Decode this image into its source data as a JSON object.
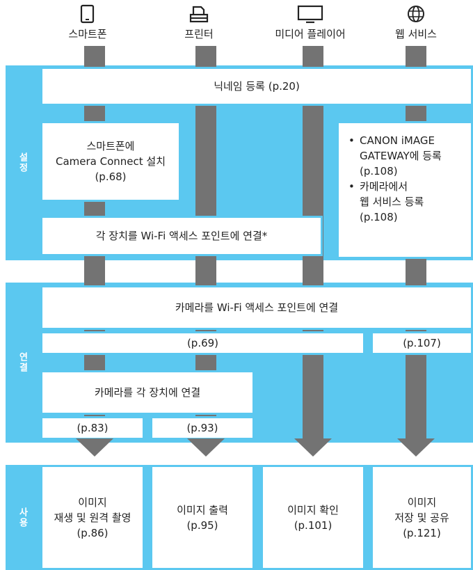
{
  "devices": [
    {
      "icon": "smartphone-icon",
      "label": "스마트폰"
    },
    {
      "icon": "printer-icon",
      "label": "프린터"
    },
    {
      "icon": "monitor-icon",
      "label": "미디어 플레이어"
    },
    {
      "icon": "globe-icon",
      "label": "웹 서비스"
    }
  ],
  "sections": {
    "setup": "설정",
    "connect": "연결",
    "use": "사용"
  },
  "setup": {
    "nickname": "닉네임 등록 (p.20)",
    "smartphone_app_line1": "스마트폰에",
    "smartphone_app_line2": "Camera Connect 설치",
    "smartphone_app_line3": "(p.68)",
    "web_bullet1_line1": "CANON iMAGE",
    "web_bullet1_line2": "GATEWAY에 등록",
    "web_bullet1_line3": "(p.108)",
    "web_bullet2_line1": "카메라에서",
    "web_bullet2_line2": "웹 서비스 등록",
    "web_bullet2_line3": "(p.108)",
    "access_point": "각 장치를 Wi-Fi 액세스 포인트에 연결*"
  },
  "connect": {
    "camera_ap": "카메라를 Wi-Fi 액세스 포인트에 연결",
    "ref_left": "(p.69)",
    "ref_right": "(p.107)",
    "camera_devices": "카메라를 각 장치에 연결",
    "ref_phone": "(p.83)",
    "ref_printer": "(p.93)"
  },
  "use": {
    "phone_line1": "이미지",
    "phone_line2": "재생 및 원격 촬영",
    "phone_line3": "(p.86)",
    "printer_line1": "이미지 출력",
    "printer_line2": "(p.95)",
    "media_line1": "이미지 확인",
    "media_line2": "(p.101)",
    "web_line1": "이미지",
    "web_line2": "저장 및 공유",
    "web_line3": "(p.121)"
  },
  "colors": {
    "accent": "#5bc8f0",
    "column": "#737373"
  }
}
